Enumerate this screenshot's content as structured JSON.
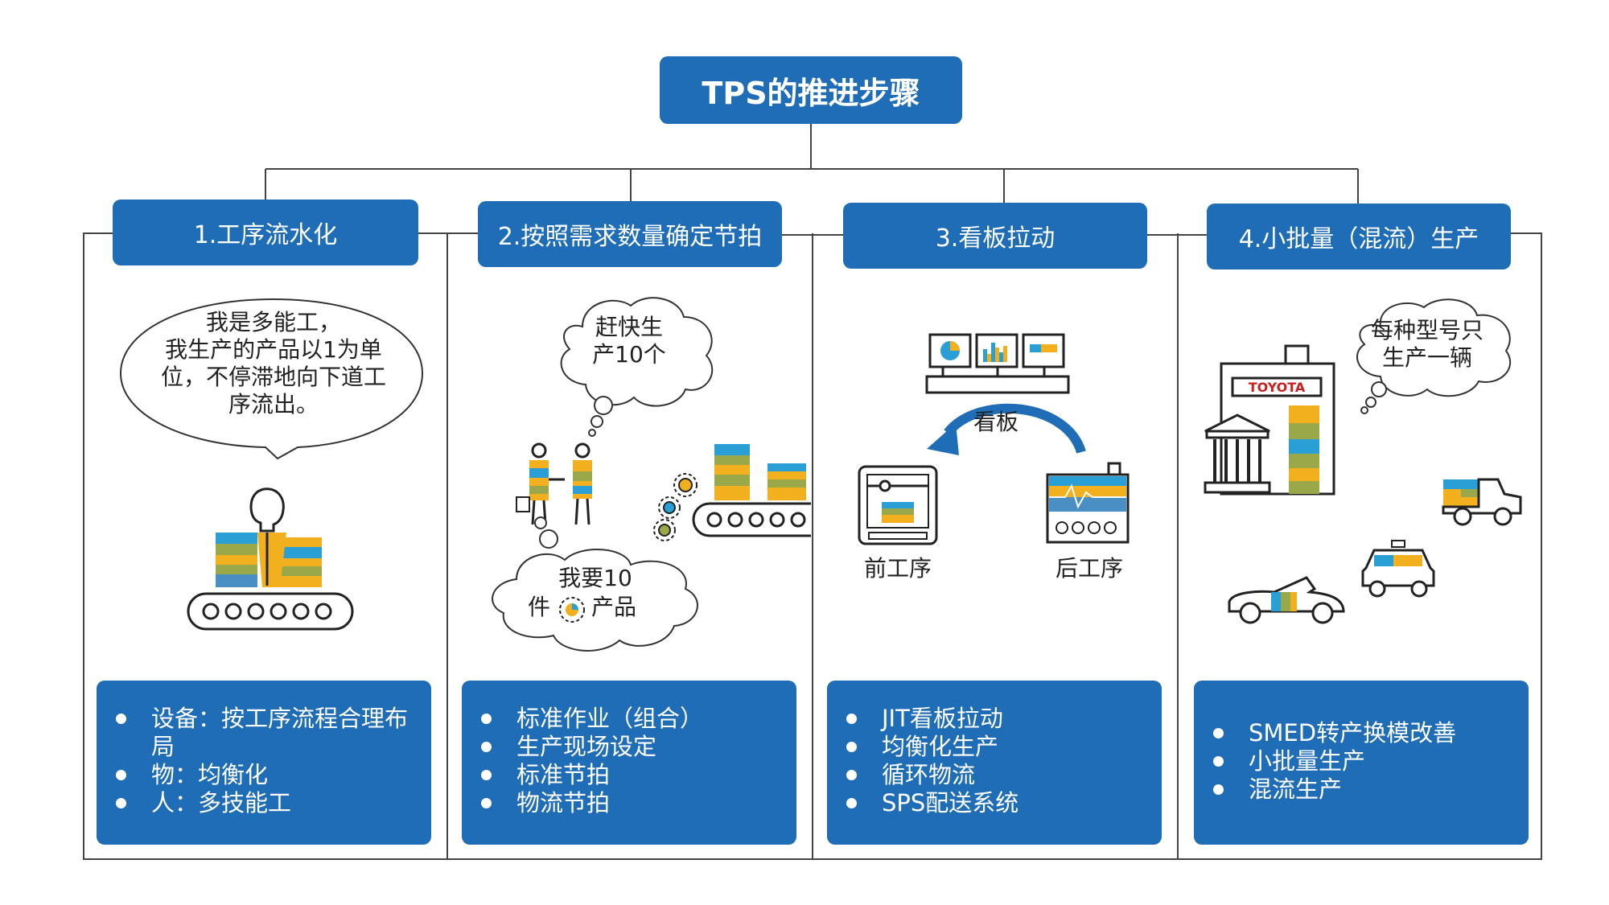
{
  "title": "TPS的推进步骤",
  "steps": [
    {
      "label": "1.工序流水化",
      "bubble": "我是多能工，\n我生产的产品以1为单\n位，不停滞地向下道工\n序流出。",
      "points": [
        "设备：按工序流程合理布局",
        "物：均衡化",
        "人：多技能工"
      ]
    },
    {
      "label": "2.按照需求数量确定节拍",
      "thought_top": "赶快生\n产10个",
      "thought_bottom_1": "我要10",
      "thought_bottom_2a": "件",
      "thought_bottom_2b": "产品",
      "points": [
        "标准作业（组合）",
        "生产现场设定",
        "标准节拍",
        "物流节拍"
      ]
    },
    {
      "label": "3.看板拉动",
      "kanban_label": "看板",
      "front_process": "前工序",
      "back_process": "后工序",
      "points": [
        "JIT看板拉动",
        "均衡化生产",
        "循环物流",
        "SPS配送系统"
      ]
    },
    {
      "label": "4.小批量（混流）生产",
      "thought": "每种型号只\n生产一辆",
      "factory_sign": "TOYOTA",
      "points": [
        "SMED转产换模改善",
        "小批量生产",
        "混流生产"
      ]
    }
  ],
  "colors": {
    "primary_blue": "#1f6db6",
    "stripe_colors": [
      "#f2b01e",
      "#9aa84a",
      "#2a9fd6",
      "#4a8fc4"
    ]
  },
  "icons": [
    "worker-icon",
    "conveyor-icon",
    "people-icon",
    "gear-icon",
    "monitor-icon",
    "curved-arrow-icon",
    "machine-icon",
    "factory-icon",
    "truck-icon",
    "taxi-icon",
    "convertible-icon"
  ]
}
